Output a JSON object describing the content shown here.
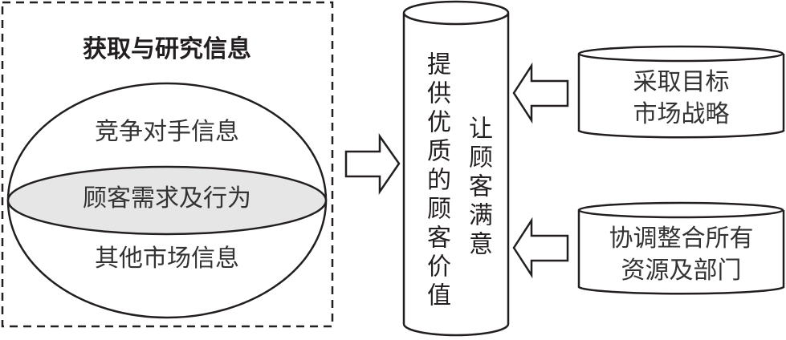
{
  "info_panel": {
    "title": "获取与研究信息",
    "sphere_top": "竞争对手信息",
    "sphere_middle": "顾客需求及行为",
    "sphere_bottom": "其他市场信息"
  },
  "center_cylinder": {
    "left_column": "提供优质的顾客价值",
    "right_column": "让顾客满意"
  },
  "right_cylinders": [
    {
      "line1": "采取目标",
      "line2": "市场战略"
    },
    {
      "line1": "协调整合所有",
      "line2": "资源及部门"
    }
  ],
  "colors": {
    "stroke": "#231f20",
    "middle_band_fill": "#e6e6e6",
    "background": "#ffffff"
  }
}
